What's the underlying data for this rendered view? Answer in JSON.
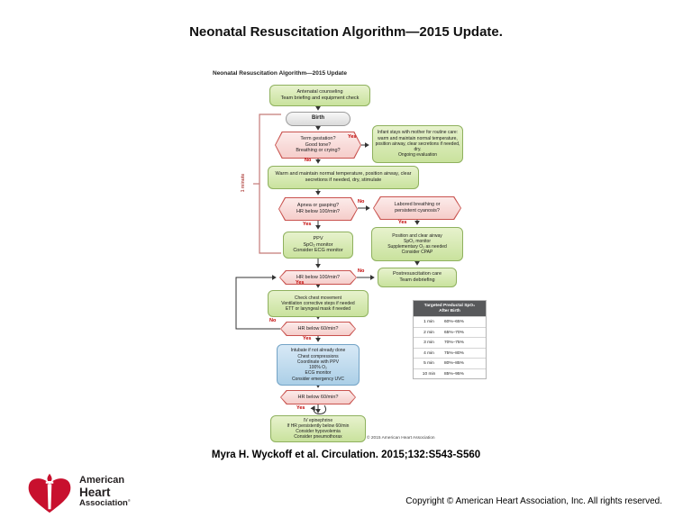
{
  "page": {
    "title": "Neonatal Resuscitation Algorithm—2015 Update.",
    "citation": "Myra H. Wyckoff et al. Circulation. 2015;132:S543-S560",
    "copyright": "Copyright © American Heart Association, Inc. All rights reserved.",
    "logo": {
      "word1": "American",
      "word2": "Heart",
      "word3": "Association",
      "registered": "®"
    }
  },
  "chart": {
    "heading": "Neonatal Resuscitation Algorithm—2015 Update",
    "timeline_label": "1 minute",
    "copyright": "© 2015 American Heart Association",
    "labels": {
      "yes": "Yes",
      "no": "No"
    },
    "nodes": {
      "antenatal": "Antenatal counseling\nTeam briefing and equipment check",
      "birth": "Birth",
      "term_question": "Term gestation?\nGood tone?\nBreathing or crying?",
      "infant_with_mother": "Infant stays with mother for routine care: warm and maintain normal temperature, position airway, clear secretions if needed, dry.\nOngoing evaluation",
      "warm_stimulate": "Warm and maintain normal temperature, position airway, clear secretions if needed, dry, stimulate",
      "apnea_question": "Apnea or gasping?\nHR below 100/min?",
      "labored_question": "Labored breathing or\npersistent cyanosis?",
      "ppv": "PPV\nSpO₂ monitor\nConsider ECG monitor",
      "position_airway": "Position and clear airway\nSpO₂ monitor\nSupplementary O₂ as needed\nConsider CPAP",
      "hr100_question": "HR below 100/min?",
      "postresuscitation": "Postresuscitation care\nTeam debriefing",
      "check_chest": "Check chest movement\nVentilation corrective steps if needed\nETT or laryngeal mask if needed",
      "hr60_question_1": "HR below 60/min?",
      "intubate": "Intubate if not already done\nChest compressions\nCoordinate with PPV\n100% O₂\nECG monitor\nConsider emergency UVC",
      "hr60_question_2": "HR below 60/min?",
      "epinephrine": "IV epinephrine\nIf HR persistently below 60/min\nConsider hypovolemia\nConsider pneumothorax"
    },
    "spo2_table": {
      "title": "Targeted Preductal SpO₂\nAfter Birth",
      "rows": [
        {
          "time": "1 min",
          "range": "60%–65%"
        },
        {
          "time": "2 min",
          "range": "65%–70%"
        },
        {
          "time": "3 min",
          "range": "70%–75%"
        },
        {
          "time": "4 min",
          "range": "75%–80%"
        },
        {
          "time": "5 min",
          "range": "80%–85%"
        },
        {
          "time": "10 min",
          "range": "85%–95%"
        }
      ]
    }
  },
  "colors": {
    "green_fill": "#d9ecb4",
    "green_border": "#8fb15e",
    "pink_fill": "#f9d9d7",
    "pink_border": "#c9534f",
    "blue_fill": "#bcd9ee",
    "blue_border": "#73a3c6",
    "gray_fill": "#ececec",
    "gray_border": "#9b9b9b",
    "label_red": "#c00000",
    "bracket_red": "#c47a78",
    "table_header_bg": "#58595b",
    "connector": "#333333",
    "logo_red": "#c8102e"
  }
}
